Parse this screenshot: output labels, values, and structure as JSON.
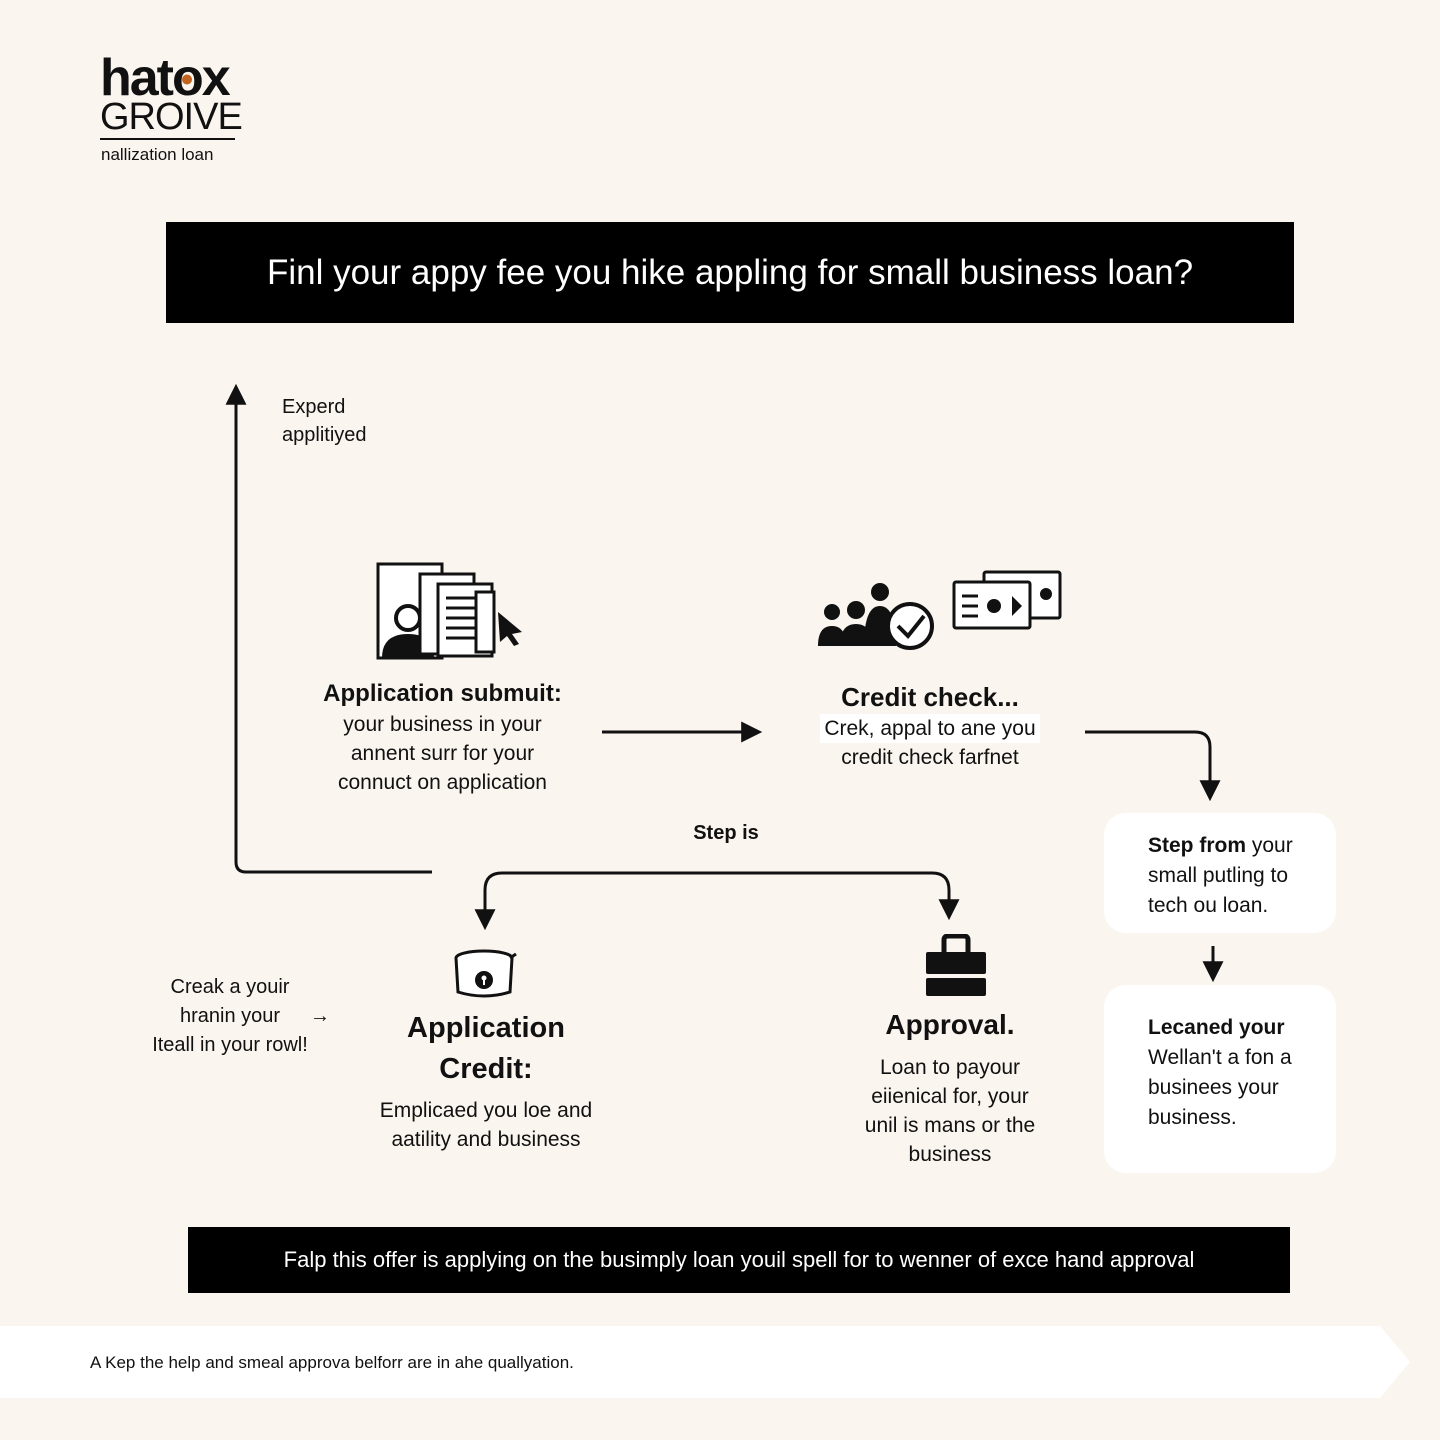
{
  "logo": {
    "line1_pre": "hat",
    "line1_o": "o",
    "line1_post": "x",
    "line2": "GROIVE",
    "tagline": "nallization loan",
    "accent_color": "#c2631f"
  },
  "title_banner": "Finl your appy fee you hike appling for small business loan?",
  "expand_label": {
    "line1": "Experd",
    "line2": "applitiyed"
  },
  "nodes": {
    "submit": {
      "icon": "documents-profile-cursor-icon",
      "title": "Application submuit:",
      "lines": [
        "your business in your",
        "annent surr for your",
        "connuct on application"
      ]
    },
    "credit_check": {
      "icon": "team-check-money-icon",
      "title": "Credit check...",
      "lines": [
        "Crek, appal to ane you",
        "credit check farfnet"
      ]
    },
    "step_is": "Step is",
    "step_from": {
      "bold": "Step from",
      "rest": " your",
      "lines": [
        "small putling to",
        "tech ou loan."
      ]
    },
    "side_note": {
      "lines": [
        "Creak a youir",
        "hranin your",
        "Iteall in your rowl!"
      ],
      "arrow": "→"
    },
    "app_credit": {
      "icon": "safe-pot-icon",
      "title_line1": "Application",
      "title_line2": "Credit:",
      "lines": [
        "Emplicaed you loe and",
        "aatility and business"
      ]
    },
    "approval": {
      "icon": "briefcase-icon",
      "title": "Approval.",
      "lines": [
        "Loan to payour",
        "eiienical for, your",
        "unil is mans or the",
        "business"
      ]
    },
    "loan_card": {
      "title": "Lecaned your",
      "lines": [
        "Wellan't a fon a",
        "businees your",
        "business."
      ]
    }
  },
  "bottom_banner": "Falp this offer is applying on the busimply loan youil spell for to wenner of exce hand approval",
  "footer_note": "A Kep the help and smeal approva belforr are in ahe quallyation.",
  "colors": {
    "background": "#faf5ef",
    "banner": "#000000",
    "card": "#ffffff"
  }
}
